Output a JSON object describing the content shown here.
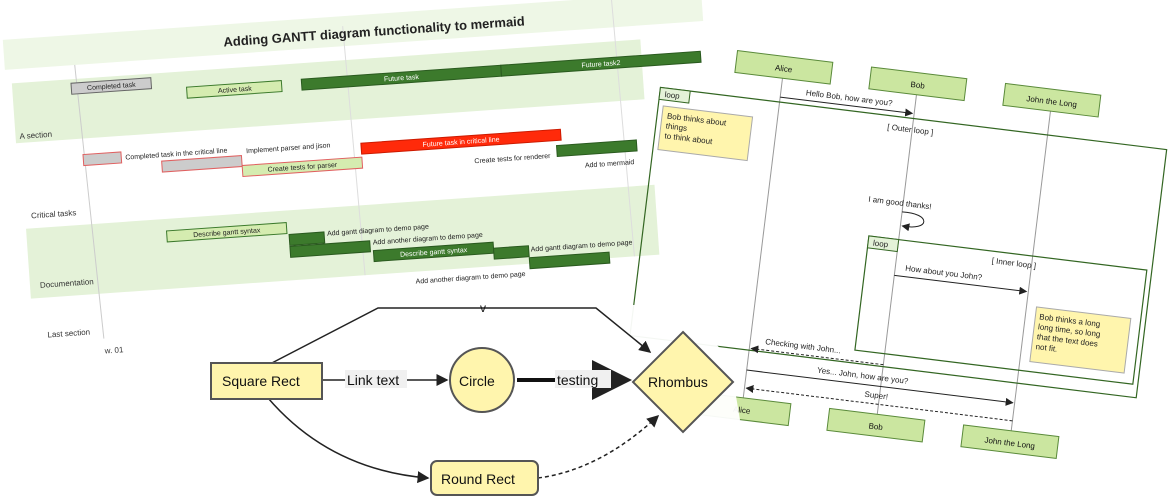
{
  "gantt": {
    "title": "Adding GANTT diagram functionality to mermaid",
    "sections": [
      "A section",
      "Critical tasks",
      "Documentation",
      "Last section"
    ],
    "axis_tick": "w. 01",
    "tasks": {
      "completed": "Completed task",
      "active": "Active task",
      "future": "Future task",
      "future2": "Future task2",
      "completed_crit": "Completed task in the critical line",
      "implement": "Implement parser and jison",
      "create_parser": "Create tests for parser",
      "future_crit": "Future task in critical line",
      "create_renderer": "Create tests for renderer",
      "add_mermaid": "Add to mermaid",
      "describe": "Describe gantt syntax",
      "add_demo": "Add gantt diagram to demo page",
      "add_another": "Add another diagram to demo page",
      "describe_syntax": "Describe gantt syntax",
      "add_demo2": "Add gantt diagram to demo page",
      "add_another2": "Add another diagram to demo page"
    }
  },
  "sequence": {
    "actors": [
      "Alice",
      "Bob",
      "John the Long"
    ],
    "loop_label": "loop",
    "outer_loop": "[ Outer loop ]",
    "inner_loop": "[ Inner loop ]",
    "note_bob": [
      "Bob thinks about",
      "things",
      "to think about"
    ],
    "note_long": [
      "Bob thinks a long",
      "long time, so long",
      "that the text does",
      "not fit."
    ],
    "messages": {
      "hello": "Hello Bob, how are you?",
      "good": "I am good thanks!",
      "how_john": "How about you John?",
      "checking": "Checking with John...",
      "yes": "Yes... John, how are you?",
      "super": "Super!"
    }
  },
  "flowchart": {
    "square": "Square Rect",
    "link_text": "Link text",
    "circle": "Circle",
    "testing": "testing",
    "rhombus": "Rhombus",
    "round": "Round Rect",
    "v_label": "v"
  },
  "colors": {
    "gantt_band": "#e4f2d8",
    "gantt_dark": "#3c7a2c",
    "gantt_light": "#d5ecb0",
    "gantt_crit": "#ff2a0a",
    "gantt_done": "#cccccc",
    "seq_actor": "#cbe6a0",
    "seq_line": "#336622",
    "note": "#fff5ad",
    "flow_node": "#fff5ad"
  }
}
